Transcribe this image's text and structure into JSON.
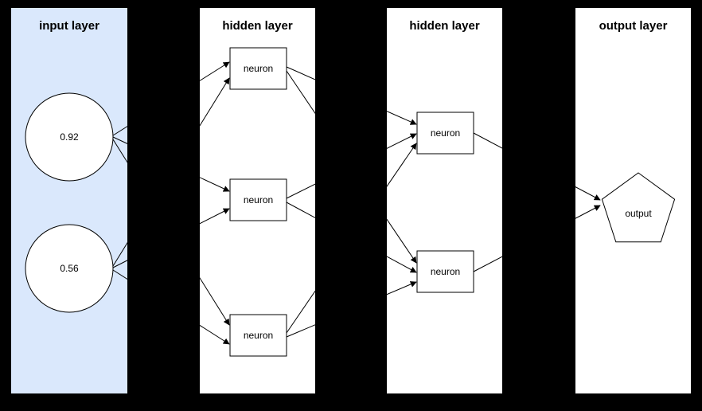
{
  "diagram": {
    "background_color": "#000000",
    "stroke_color": "#000000",
    "layers": [
      {
        "title": "input layer",
        "panel_fill": "#dae8fc",
        "nodes": [
          {
            "id": "input-1",
            "shape": "circle",
            "label": "0.92"
          },
          {
            "id": "input-2",
            "shape": "circle",
            "label": "0.56"
          }
        ]
      },
      {
        "title": "hidden layer",
        "panel_fill": "#ffffff",
        "nodes": [
          {
            "id": "hidden1-1",
            "shape": "rectangle",
            "label": "neuron"
          },
          {
            "id": "hidden1-2",
            "shape": "rectangle",
            "label": "neuron"
          },
          {
            "id": "hidden1-3",
            "shape": "rectangle",
            "label": "neuron"
          }
        ]
      },
      {
        "title": "hidden layer",
        "panel_fill": "#ffffff",
        "nodes": [
          {
            "id": "hidden2-1",
            "shape": "rectangle",
            "label": "neuron"
          },
          {
            "id": "hidden2-2",
            "shape": "rectangle",
            "label": "neuron"
          }
        ]
      },
      {
        "title": "output layer",
        "panel_fill": "#ffffff",
        "nodes": [
          {
            "id": "output-1",
            "shape": "pentagon",
            "label": "output"
          }
        ]
      }
    ],
    "edges": [
      {
        "from": "input-1",
        "to": "hidden1-1"
      },
      {
        "from": "input-1",
        "to": "hidden1-2"
      },
      {
        "from": "input-1",
        "to": "hidden1-3"
      },
      {
        "from": "input-2",
        "to": "hidden1-1"
      },
      {
        "from": "input-2",
        "to": "hidden1-2"
      },
      {
        "from": "input-2",
        "to": "hidden1-3"
      },
      {
        "from": "hidden1-1",
        "to": "hidden2-1"
      },
      {
        "from": "hidden1-1",
        "to": "hidden2-2"
      },
      {
        "from": "hidden1-2",
        "to": "hidden2-1"
      },
      {
        "from": "hidden1-2",
        "to": "hidden2-2"
      },
      {
        "from": "hidden1-3",
        "to": "hidden2-1"
      },
      {
        "from": "hidden1-3",
        "to": "hidden2-2"
      },
      {
        "from": "hidden2-1",
        "to": "output-1"
      },
      {
        "from": "hidden2-2",
        "to": "output-1"
      }
    ]
  }
}
